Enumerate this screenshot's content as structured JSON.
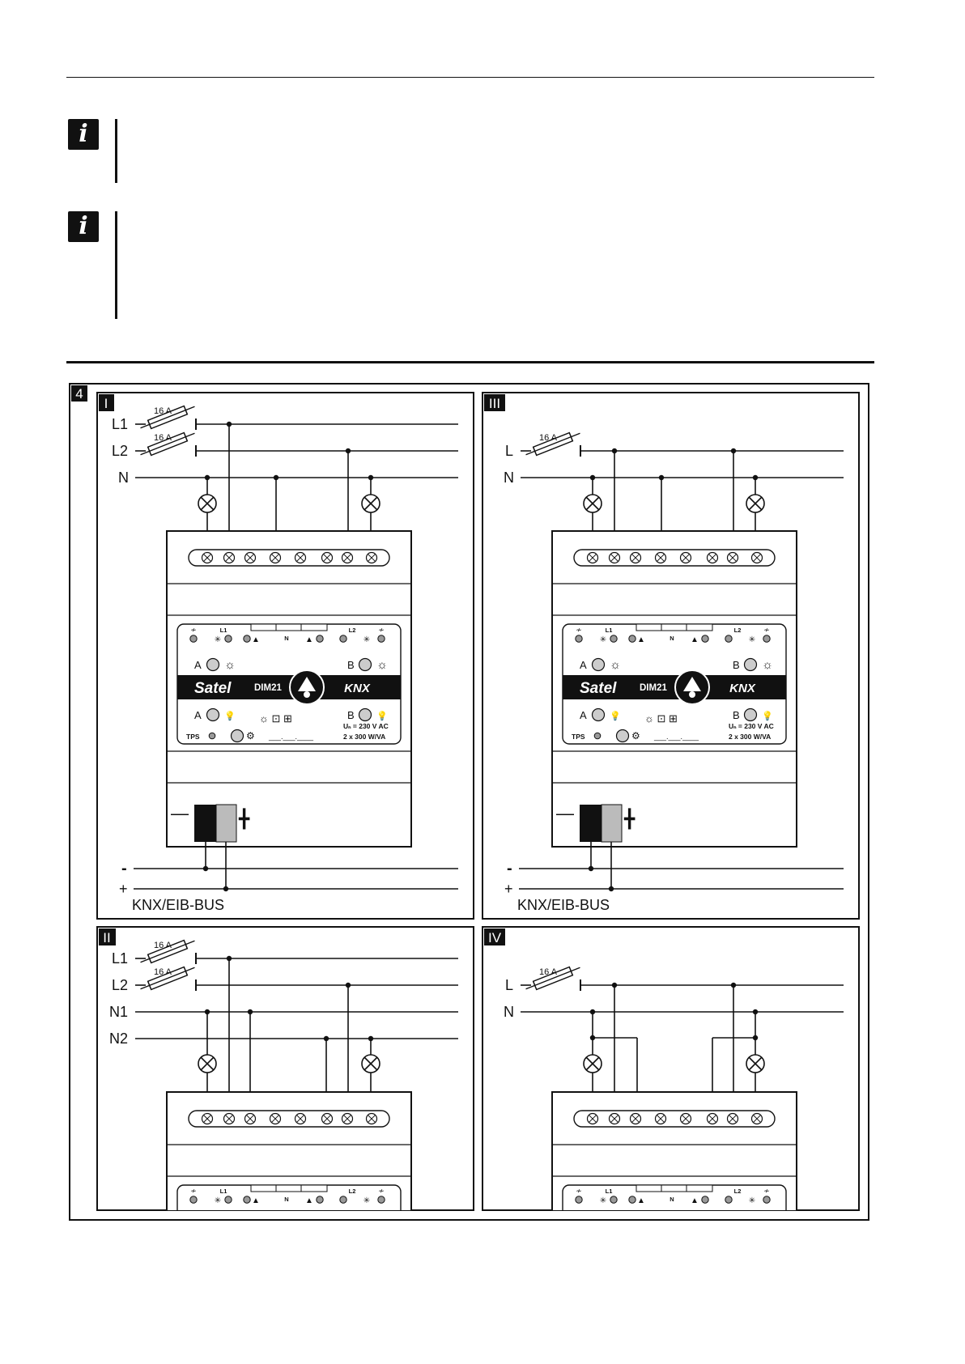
{
  "figure": {
    "number": "4",
    "panels": [
      {
        "id": "I",
        "label": "I",
        "variant": "twophase-singleN",
        "lines": [
          "L1",
          "L2",
          "N"
        ],
        "fuses": [
          "16 A",
          "16 A"
        ],
        "bus": {
          "minus": "-",
          "plus": "+",
          "name": "KNX/EIB-BUS"
        }
      },
      {
        "id": "III",
        "label": "III",
        "variant": "singlephase",
        "lines": [
          "L",
          "N"
        ],
        "fuses": [
          "16 A"
        ],
        "bus": {
          "minus": "-",
          "plus": "+",
          "name": "KNX/EIB-BUS"
        }
      },
      {
        "id": "II",
        "label": "II",
        "variant": "twophase-twoN",
        "lines": [
          "L1",
          "L2",
          "N1",
          "N2"
        ],
        "fuses": [
          "16 A",
          "16 A"
        ]
      },
      {
        "id": "IV",
        "label": "IV",
        "variant": "singlephase-parallel",
        "lines": [
          "L",
          "N"
        ],
        "fuses": [
          "16 A"
        ]
      }
    ],
    "device": {
      "brand": "Satel",
      "model": "DIM21",
      "standard": "KNX",
      "terminal_labels": {
        "l1": "L1",
        "n": "N",
        "l2": "L2"
      },
      "channel_a": "A",
      "channel_b": "B",
      "tps": "TPS",
      "rating_line1": "Uₙ = 230 V AC",
      "rating_line2": "2 x 300 W/VA",
      "serial_placeholder": "___.___.____"
    }
  }
}
